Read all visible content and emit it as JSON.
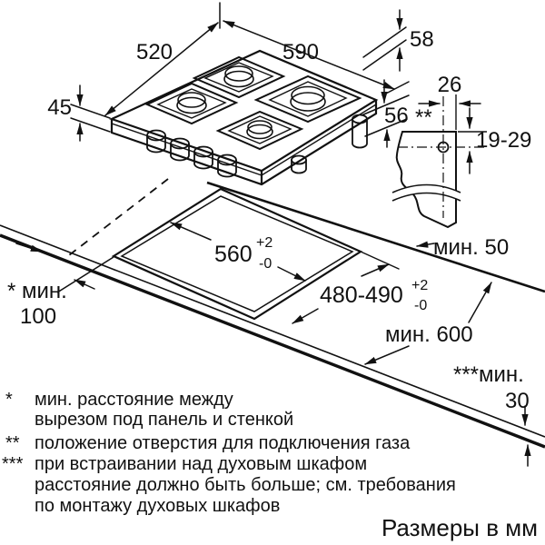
{
  "diagram": {
    "hob": {
      "depth": "520",
      "width": "590",
      "height_with_grates": "58",
      "height_body": "45",
      "depth_below_worktop": "56",
      "below_worktop_note": "**"
    },
    "gas_connection": {
      "hole_offset_from_edge": "26",
      "hole_offset_from_top": "19-29"
    },
    "cutout": {
      "width_value": "560",
      "width_tol_plus": "+2",
      "width_tol_minus": "-0",
      "depth_value": "480-490",
      "depth_tol_plus": "+2",
      "depth_tol_minus": "-0"
    },
    "clearances": {
      "rear_edge": "мин. 50",
      "worktop_depth": "мин. 600",
      "side_label": "* мин.",
      "side_value": "100",
      "thickness_label": "***мин.",
      "thickness_value": "30"
    },
    "footnotes": [
      {
        "marker": "*",
        "lines": [
          "мин. расстояние между",
          "вырезом под панель и стенкой"
        ]
      },
      {
        "marker": "**",
        "lines": [
          "положение отверстия для подключения газа"
        ]
      },
      {
        "marker": "***",
        "lines": [
          "при встраивании над духовым шкафом",
          "расстояние должно быть больше; см. требования",
          "по монтажу духовых шкафов"
        ]
      }
    ],
    "units_note": "Размеры в мм",
    "colors": {
      "line": "#111111",
      "burner_cap": "#c3c3c3",
      "background": "#ffffff"
    }
  }
}
